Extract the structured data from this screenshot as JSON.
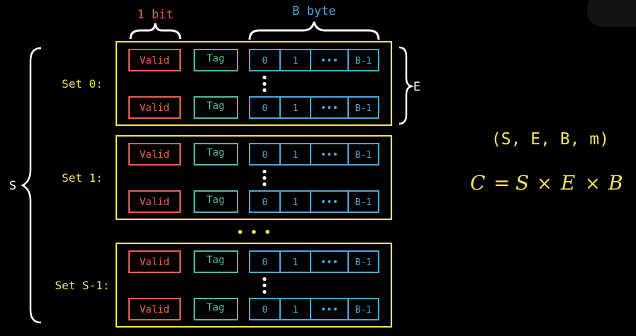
{
  "colors": {
    "background": "#000000",
    "valid": "#e8604c",
    "tag": "#4fb9a6",
    "byte": "#4aa8d8",
    "set": "#eee64e",
    "label": "#ffffff",
    "formula": "#f0e65a"
  },
  "labels": {
    "bit_label": "1 bit",
    "byte_label": "B byte",
    "e_label": "E",
    "s_label": "S",
    "ellipsis": "• • •",
    "byte_dots": "•••"
  },
  "line": {
    "valid": "Valid",
    "tag": "Tag",
    "bytes": [
      "0",
      "1",
      "•••",
      "B-1"
    ]
  },
  "sets": [
    {
      "label": "Set 0:"
    },
    {
      "label": "Set 1:"
    },
    {
      "label": "Set S-1:"
    }
  ],
  "formula": {
    "tuple": "(S, E, B, m)",
    "capacity_C": "C",
    "capacity_eq": "=",
    "capacity_S": "S",
    "capacity_x1": "×",
    "capacity_E": "E",
    "capacity_x2": "×",
    "capacity_B": "B"
  }
}
